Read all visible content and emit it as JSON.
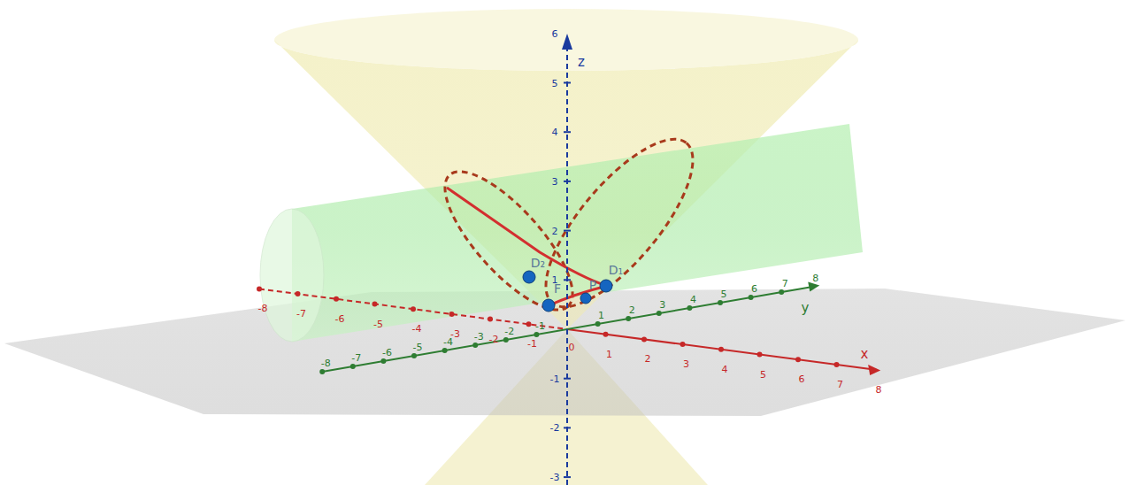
{
  "diagram": {
    "labels": [
      "z",
      "x",
      "y",
      "-8",
      "-7",
      "-6",
      "-5",
      "-4",
      "-3",
      "-2",
      "-1",
      "1",
      "2",
      "3",
      "4",
      "5",
      "6",
      "7",
      "8",
      "-8",
      "-7",
      "-6",
      "-5",
      "-4",
      "-3",
      "-2",
      "-1",
      "1",
      "2",
      "3",
      "4",
      "5",
      "6",
      "7",
      "8",
      "6",
      "5",
      "4",
      "3",
      "2",
      "1",
      "-1",
      "-2",
      "-3",
      "0",
      "D₂",
      "F",
      "P",
      "D₁"
    ]
  }
}
